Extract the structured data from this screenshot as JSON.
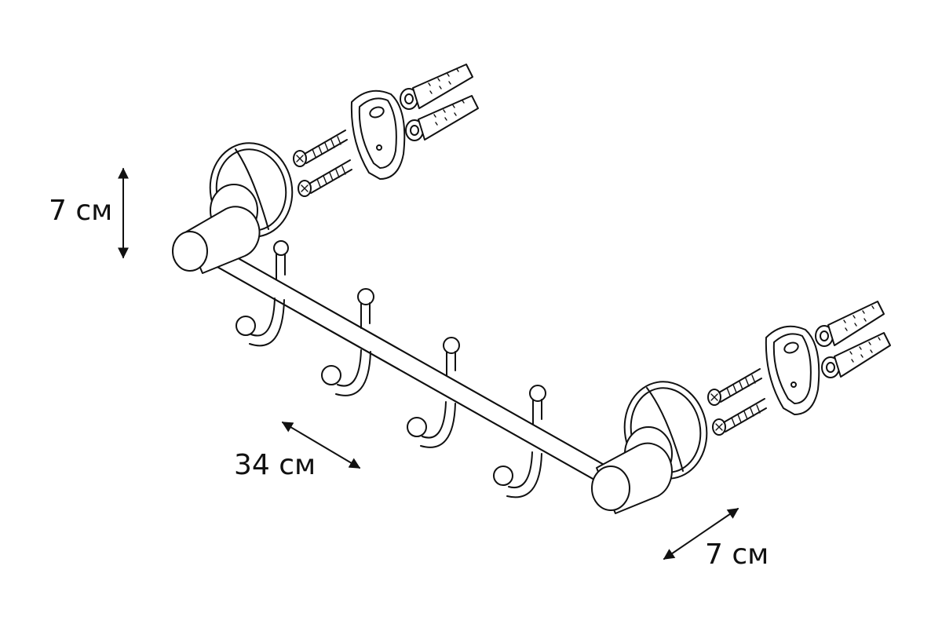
{
  "dimensions": {
    "height": "7 см",
    "length": "34 см",
    "depth": "7 см"
  },
  "diagram": {
    "hook_count": 4,
    "screw_count": 4,
    "plug_count": 4,
    "bracket_count": 2,
    "line_color": "#111111",
    "background": "#ffffff"
  }
}
